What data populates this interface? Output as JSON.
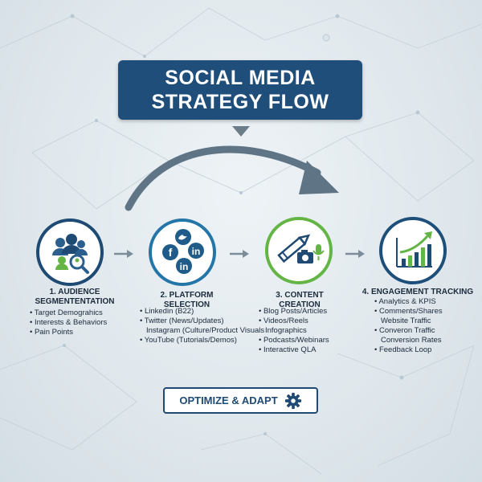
{
  "title": "SOCIAL MEDIA STRATEGY FLOW",
  "colors": {
    "navy": "#1f4e7a",
    "blue": "#2476a8",
    "green": "#64b545",
    "arrow_gray": "#6c7d8a"
  },
  "steps": [
    {
      "title_line1": "1. AUDIENCE",
      "title_line2": "SEGMENTENTATION",
      "icon": "audience-search-icon",
      "items": [
        "Target Demograhics",
        "Interests & Behaviors",
        "Pain Points"
      ]
    },
    {
      "title_line1": "2. PLATFORM SELECTION",
      "icon": "social-platforms-icon",
      "items": [
        "Linkedin (B22)",
        "Twitter (News/Updates)",
        "Instagram (Culture/Product Visuals",
        "YouTube (Tutorials/Demos)"
      ]
    },
    {
      "title_line1": "3. CONTENT CREATION",
      "icon": "content-creation-icon",
      "items": [
        "Blog Posts/Articles",
        "Videos/Reels",
        "Infographics",
        "Podcasts/Webinars",
        "Interactive QLA"
      ]
    },
    {
      "title_line1": "4. ENGAGEMENT TRACKING",
      "icon": "growth-chart-icon",
      "items": [
        "Analytics & KPIS",
        "Comments/Shares",
        "Website Traffic",
        "Converon Traffic",
        "Conversion Rates",
        "Feedback Loop"
      ]
    }
  ],
  "footer_button": {
    "label": "OPTIMIZE & ADAPT",
    "icon": "gear-icon"
  }
}
